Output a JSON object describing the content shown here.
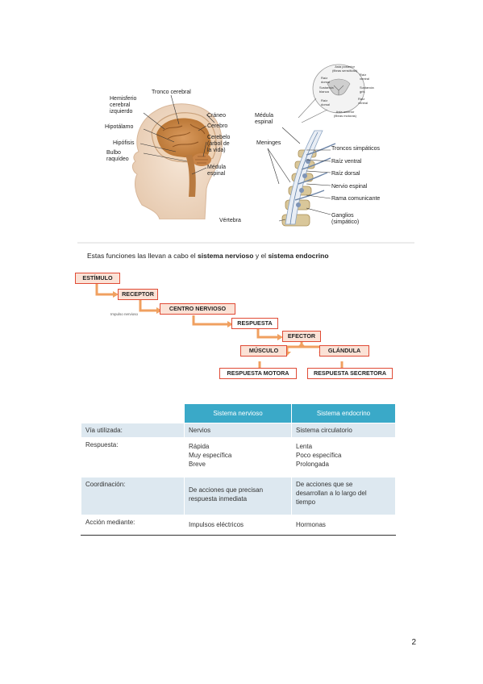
{
  "figure": {
    "brain_labels": {
      "tronco": "Tronco cerebral",
      "hemisferio": "Hemisferio\ncerebral\nizquierdo",
      "craneo": "Cráneo",
      "cerebro": "Cerebro",
      "hipotalamo": "Hipotálamo",
      "cerebelo": "Cerebelo\n(árbol de\nla vida)",
      "hipofisis": "Hipófisis",
      "bulbo": "Bulbo\nraquídeo",
      "medula": "Médula\nespinal"
    },
    "spine_labels": {
      "medula": "Médula\nespinal",
      "meninges": "Meninges",
      "troncos": "Troncos simpáticos",
      "raiz_ventral": "Raíz ventral",
      "raiz_dorsal": "Raíz dorsal",
      "nervio": "Nervio espinal",
      "rama": "Rama comunicante",
      "vertebra": "Vértebra",
      "ganglios": "Ganglios\n(simpático)"
    },
    "inset_labels": {
      "asta_post": "Asta posterior\n(fibras sensitivas)",
      "raiz_dorsal": "Raíz\ndorsal",
      "raiz_ventral": "Raíz\nventral",
      "sust_gris": "Sustancia\ngris",
      "sust_blanca": "Sustancia\nblanca",
      "sust_gris2": "Sustancia\ngris",
      "raiz_dorsal2": "Raíz\ndorsal",
      "raiz_ventral2": "Raíz\nventral",
      "asta_ant": "Asta anterior\n(fibras motoras)"
    }
  },
  "intro": {
    "prefix": "Estas funciones las llevan a cabo el ",
    "term1": "sistema nervioso",
    "middle": " y el ",
    "term2": "sistema endocrino"
  },
  "flow": {
    "estimulo": "ESTÍMULO",
    "receptor": "RECEPTOR",
    "centro": "CENTRO NERVIOSO",
    "respuesta": "RESPUESTA",
    "efector": "EFECTOR",
    "musculo": "MÚSCULO",
    "glandula": "GLÁNDULA",
    "resp_motora": "RESPUESTA MOTORA",
    "resp_secretora": "RESPUESTA SECRETORA",
    "note": "Impulso nervioso",
    "accent": "#e04b36",
    "arrow": "#f0a060"
  },
  "table": {
    "headers": [
      "",
      "Sistema nervioso",
      "Sistema endocrino"
    ],
    "rows": [
      {
        "label": "Vía utilizada:",
        "nervioso": "Nervios",
        "endocrino": "Sistema circulatorio"
      },
      {
        "label": "Respuesta:",
        "nervioso": "Rápida\nMuy específica\nBreve",
        "endocrino": "Lenta\nPoco específica\nProlongada"
      },
      {
        "label": "Coordinación:",
        "nervioso": "De acciones que precisan\nrespuesta inmediata",
        "endocrino": "De acciones que se\ndesarrollan a lo largo del\ntiempo"
      },
      {
        "label": "Acción mediante:",
        "nervioso": "Impulsos eléctricos",
        "endocrino": "Hormonas"
      }
    ],
    "header_color": "#3aa9c8",
    "stripe_color": "#dde8f0"
  },
  "page_number": "2"
}
